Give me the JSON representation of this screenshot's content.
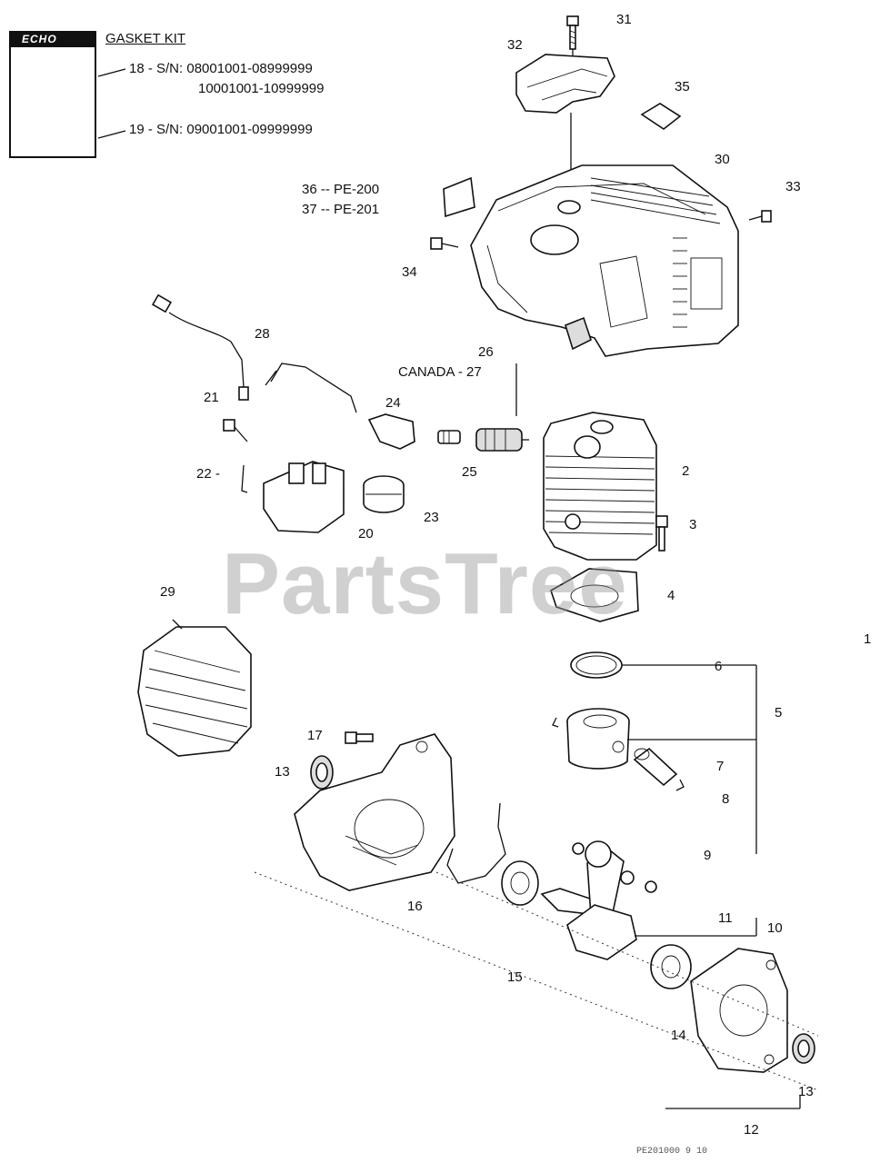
{
  "logo": {
    "brand": "ECHO"
  },
  "gasket_kit": {
    "title": "GASKET KIT",
    "line1": "18 - S/N: 08001001-08999999",
    "line2": "10001001-10999999",
    "line3": "19 - S/N: 09001001-09999999"
  },
  "notes": {
    "pe200": "36 -- PE-200",
    "pe201": "37 -- PE-201",
    "canada": "CANADA - 27"
  },
  "callouts": {
    "c1": "1",
    "c2": "2",
    "c3": "3",
    "c4": "4",
    "c5": "5",
    "c6": "6",
    "c7": "7",
    "c8": "8",
    "c9": "9",
    "c10": "10",
    "c11": "11",
    "c12": "12",
    "c13a": "13",
    "c13b": "13",
    "c14": "14",
    "c15": "15",
    "c16": "16",
    "c17": "17",
    "c20": "20",
    "c21": "21",
    "c22": "22 -",
    "c23": "23",
    "c24": "24",
    "c25": "25",
    "c26": "26",
    "c28": "28",
    "c29": "29",
    "c30": "30",
    "c31": "31",
    "c32": "32",
    "c33": "33",
    "c34": "34",
    "c35": "35"
  },
  "watermark": "PartsTree",
  "footer_code": "PE201000 9 10"
}
